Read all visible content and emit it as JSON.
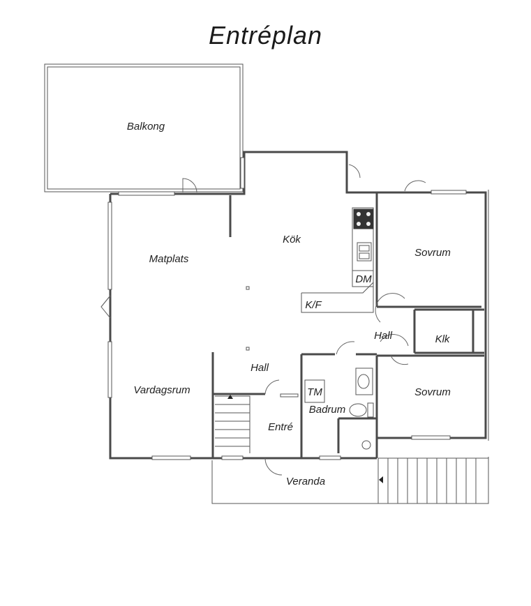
{
  "title": "Entréplan",
  "rooms": {
    "balkong": "Balkong",
    "kok": "Kök",
    "matplats": "Matplats",
    "sovrum_1": "Sovrum",
    "dm": "DM",
    "kf": "K/F",
    "hall_1": "Hall",
    "klk": "Klk",
    "hall_2": "Hall",
    "sovrum_2": "Sovrum",
    "vardagsrum": "Vardagsrum",
    "tm": "TM",
    "badrum": "Badrum",
    "entre": "Entré",
    "veranda": "Veranda"
  }
}
